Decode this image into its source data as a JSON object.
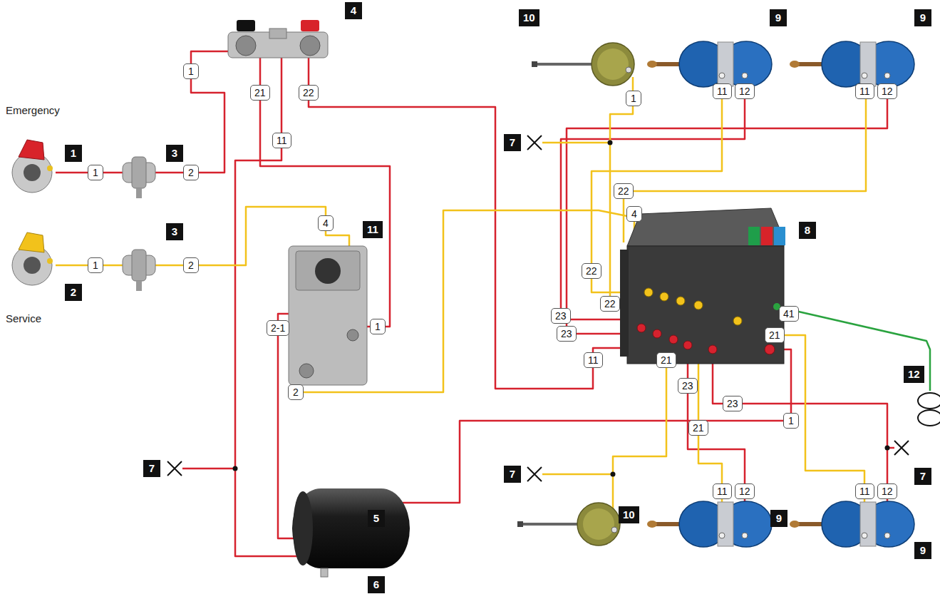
{
  "diagram": {
    "labels": [
      "4",
      "10",
      "9",
      "9",
      "1",
      "21",
      "22",
      "11",
      "12",
      "11",
      "12",
      "1",
      "Emergency",
      "11",
      "7",
      "1",
      "3",
      "1",
      "2",
      "22",
      "4",
      "4",
      "11",
      "8",
      "3",
      "1",
      "2",
      "22",
      "2",
      "22",
      "41",
      "23",
      "Service",
      "2-1",
      "1",
      "23",
      "21",
      "11",
      "21",
      "12",
      "23",
      "2",
      "23",
      "1",
      "21",
      "7",
      "7",
      "7",
      "11",
      "12",
      "11",
      "12",
      "10",
      "9",
      "5",
      "9",
      "6"
    ]
  }
}
